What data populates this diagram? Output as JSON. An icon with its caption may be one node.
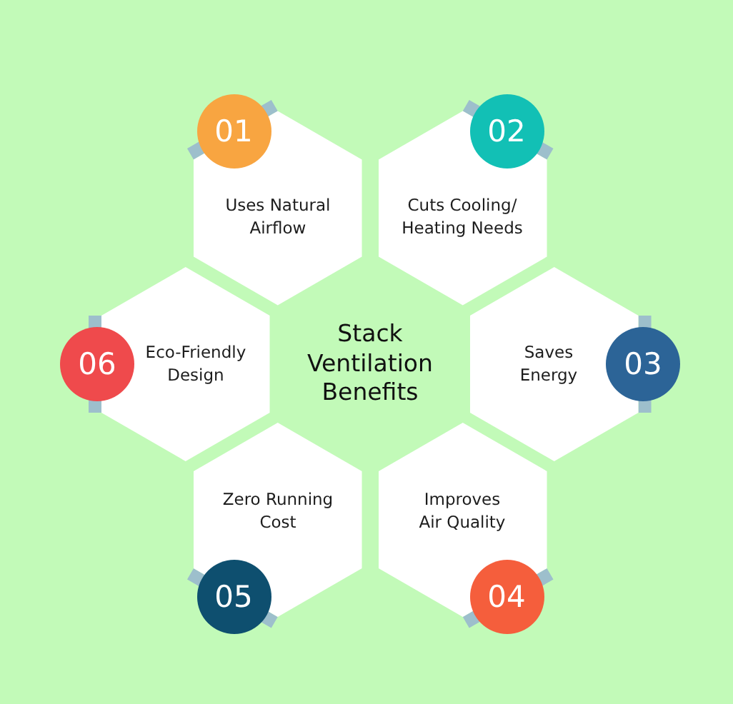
{
  "diagram": {
    "title": "Stack Ventilation Benefits",
    "nodes": [
      {
        "text": [
          "01"
        ]
      },
      {
        "text": [
          "Uses Natural Airflow"
        ]
      },
      {
        "text": [
          "02"
        ]
      },
      {
        "text": [
          "Cuts Cooling/ Heating Needs"
        ]
      },
      {
        "text": [
          "06"
        ]
      },
      {
        "text": [
          "Eco-Friendly Design"
        ]
      },
      {
        "text": [
          "Saves Energy"
        ]
      },
      {
        "text": [
          "03"
        ]
      },
      {
        "text": [
          "Zero Running Cost"
        ]
      },
      {
        "text": [
          "Improves Air Quality"
        ]
      },
      {
        "text": [
          "05"
        ]
      },
      {
        "text": [
          "04"
        ]
      }
    ]
  }
}
